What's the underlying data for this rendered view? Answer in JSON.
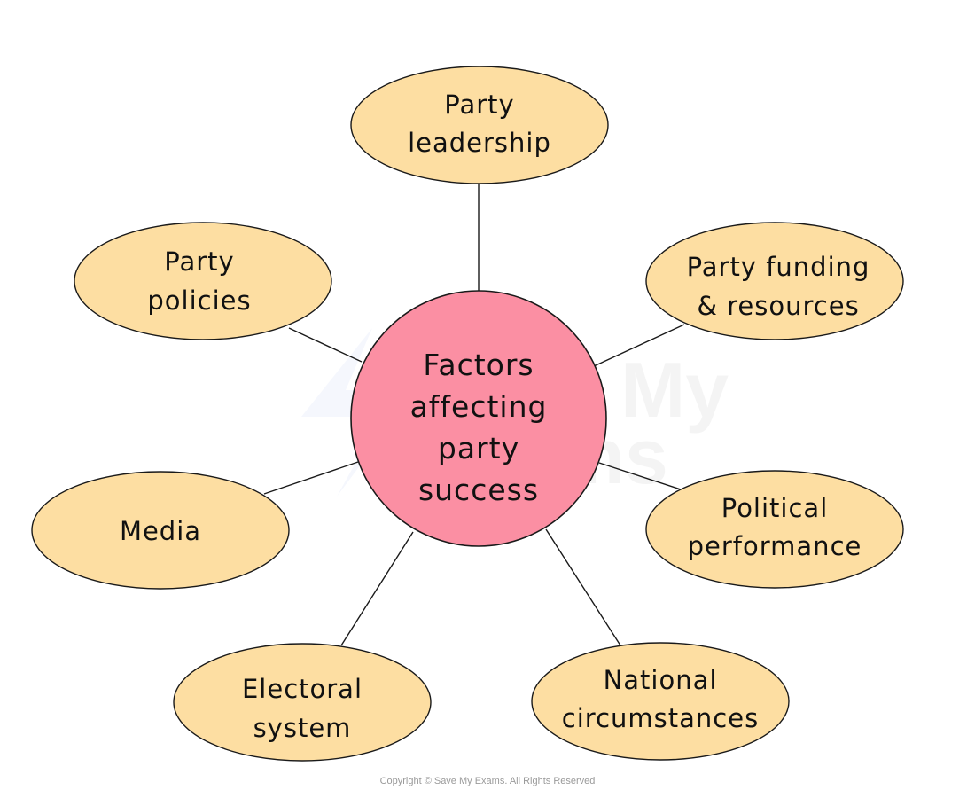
{
  "diagram": {
    "center": {
      "lines": [
        "Factors",
        "affecting",
        "party",
        "success"
      ],
      "fill_color": "#fb8fa3"
    },
    "nodes": [
      {
        "id": "party-leadership",
        "lines": [
          "Party",
          "leadership"
        ]
      },
      {
        "id": "party-funding",
        "lines": [
          "Party funding",
          "& resources"
        ]
      },
      {
        "id": "political-performance",
        "lines": [
          "Political",
          "performance"
        ]
      },
      {
        "id": "national-circumstances",
        "lines": [
          "National",
          "circumstances"
        ]
      },
      {
        "id": "electoral-system",
        "lines": [
          "Electoral",
          "system"
        ]
      },
      {
        "id": "media",
        "lines": [
          "Media"
        ]
      },
      {
        "id": "party-policies",
        "lines": [
          "Party",
          "policies"
        ]
      }
    ],
    "node_fill_color": "#fddea2",
    "line_color": "#1a1a1a"
  },
  "watermark": {
    "line1": "Save My",
    "line2": "Exams"
  },
  "footer": {
    "copyright": "Copyright © Save My Exams. All Rights Reserved"
  }
}
